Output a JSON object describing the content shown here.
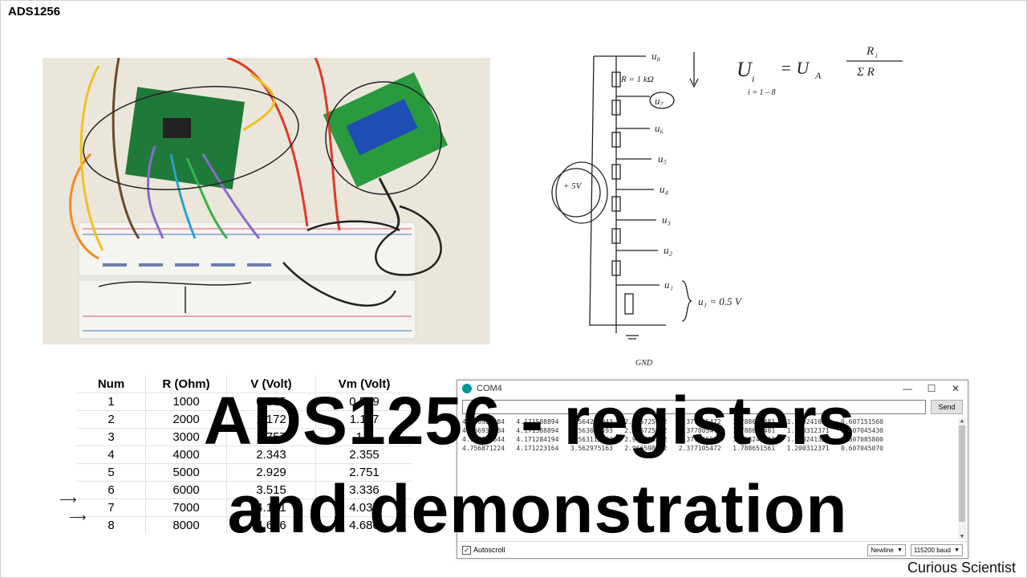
{
  "page": {
    "title": "ADS1256"
  },
  "overlay": {
    "line1": "ADS1256 - registers",
    "line2": "and demonstration"
  },
  "channel": {
    "name": "Curious Scientist"
  },
  "schematic": {
    "formula_lhs": "U",
    "formula_sub_i": "i",
    "formula_eq": "= U",
    "formula_sub_a": "A",
    "formula_num": "R",
    "formula_sub_num": "i",
    "formula_den": "Σ R",
    "formula_range": "i = 1 – 8",
    "resistor_label": "R = 1 kΩ",
    "node_labels": [
      "u₈",
      "u₇",
      "u₆",
      "u₅",
      "u₄",
      "u₃",
      "u₂",
      "u₁"
    ],
    "supply_label": "+ 5V",
    "gnd_label": "GND",
    "note": "u₁ = 0.5 V"
  },
  "table": {
    "headers": [
      "Num",
      "R (Ohm)",
      "V (Volt)",
      "Vm (Volt)"
    ],
    "rows": [
      [
        "1",
        "1000",
        "0.585",
        "0.579"
      ],
      [
        "2",
        "2000",
        "1.172",
        "1.117"
      ],
      [
        "3",
        "3000",
        "1.757",
        "1.7"
      ],
      [
        "4",
        "4000",
        "2.343",
        "2.355"
      ],
      [
        "5",
        "5000",
        "2.929",
        "2.751"
      ],
      [
        "6",
        "6000",
        "3.515",
        "3.336"
      ],
      [
        "7",
        "7000",
        "4.101",
        "4.037"
      ],
      [
        "8",
        "8000",
        "4.686",
        "4.686"
      ]
    ]
  },
  "monitor": {
    "title": "COM4",
    "input_value": "",
    "send_label": "Send",
    "lines": [
      "4.756933584   4.171588894   3.564271943   2.966725382   2.377805472   1.788650481   1.200241631   0.607151560",
      "4.756933584   4.171588894   3.563612493   2.966725382   2.377805472   1.788650481   1.200312371   0.607045430",
      "4.756823644   4.171284194   3.563112493   2.966598242   2.377456982   1.788241311   1.200241321   0.607085800",
      "4.756871224   4.171223164   3.562975163   2.966598242   2.377105472   1.788651561   1.200312371   0.607045070"
    ],
    "autoscroll_label": "Autoscroll",
    "line_ending": "Newline",
    "baud": "115200 baud"
  }
}
